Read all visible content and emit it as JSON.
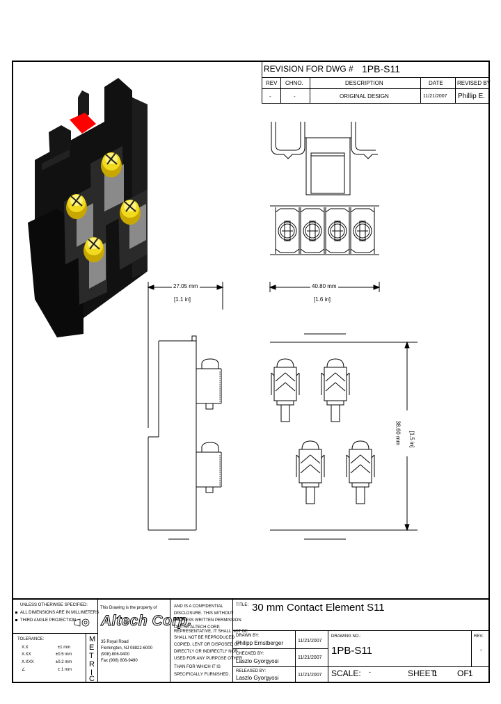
{
  "revision_table": {
    "title": "REVISION FOR DWG #",
    "dwg_number": "1PB-S11",
    "headers": [
      "REV",
      "CHNO.",
      "DESCRIPTION",
      "DATE",
      "REVISED BY"
    ],
    "row": [
      "-",
      "-",
      "ORIGINAL DESIGN",
      "11/21/2007",
      "Phillip E."
    ]
  },
  "dimensions": {
    "width_side": "27.05 mm",
    "width_side_in": "[1.1 in]",
    "width_front": "40.80 mm",
    "width_front_in": "[1.6 in]",
    "height": "38.60 mm",
    "height_in": "[1.5 in]"
  },
  "title_block": {
    "notes": {
      "line1": "UNLESS OTHERWISE SPECIFIED:",
      "line2": "ALL DIMENSIONS ARE IN MILLIMETERS",
      "line3": "THIRD ANGLE PROJECTION"
    },
    "tolerance": {
      "heading": "TOLERANCE:",
      "rows": [
        {
          "fmt": "X.X",
          "sym": "±",
          "val": "±1 mm"
        },
        {
          "fmt": "X.XX",
          "sym": "±",
          "val": "±0.5 mm"
        },
        {
          "fmt": "X.XXX",
          "sym": "±",
          "val": "±0.2 mm"
        },
        {
          "fmt": "∠",
          "sym": "±",
          "val": "± 1 mm"
        }
      ]
    },
    "metric": [
      "M",
      "E",
      "T",
      "R",
      "I",
      "C"
    ],
    "company": {
      "property_line": "This Drawing is the property of",
      "name": "Altech Corp.",
      "addr1": "35 Royal Road",
      "addr2": "Flemington, NJ 08822-6000",
      "phone": "(908) 806-9400",
      "fax": "Fax (908) 806-9490"
    },
    "confidential": [
      "AND IS A CONFIDENTIAL",
      "DISCLOSURE. THIS WITHOUT",
      "EXPRESS WRITTEN PERMISSION",
      "OF THE ALTECH CORP.",
      "REPRESENTATIVE, IT SHALL NOT BE",
      "SHALL NOT BE REPRODUCED",
      "COPIED, LENT OR DISPOSED OF",
      "DIRECTLY OR INDIRECTLY NOR",
      "USED FOR ANY PURPOSE OTHER",
      "THAN FOR WHICH IT IS",
      "SPECIFICALLY FURNISHED."
    ],
    "title_label": "TITLE:",
    "title": "30 mm Contact Element S11",
    "drawn_by_label": "DRAWN BY:",
    "drawn_by": "Philipp Ernstberger",
    "drawn_date": "11/21/2007",
    "checked_by_label": "CHECKED BY:",
    "checked_by": "Laszlo Gyorgyosi",
    "checked_date": "11/21/2007",
    "released_by_label": "RELEASED BY:",
    "released_by": "Laszlo Gyorgyosi",
    "released_date": "11/21/2007",
    "drawing_no_label": "DRAWING NO.:",
    "drawing_no": "1PB-S11",
    "rev_label": "REV:",
    "rev": "-",
    "scale_label": "SCALE:",
    "scale": "-",
    "sheet_label": "SHEET:",
    "sheet": "1",
    "of_label": "OF:",
    "of": "1"
  }
}
